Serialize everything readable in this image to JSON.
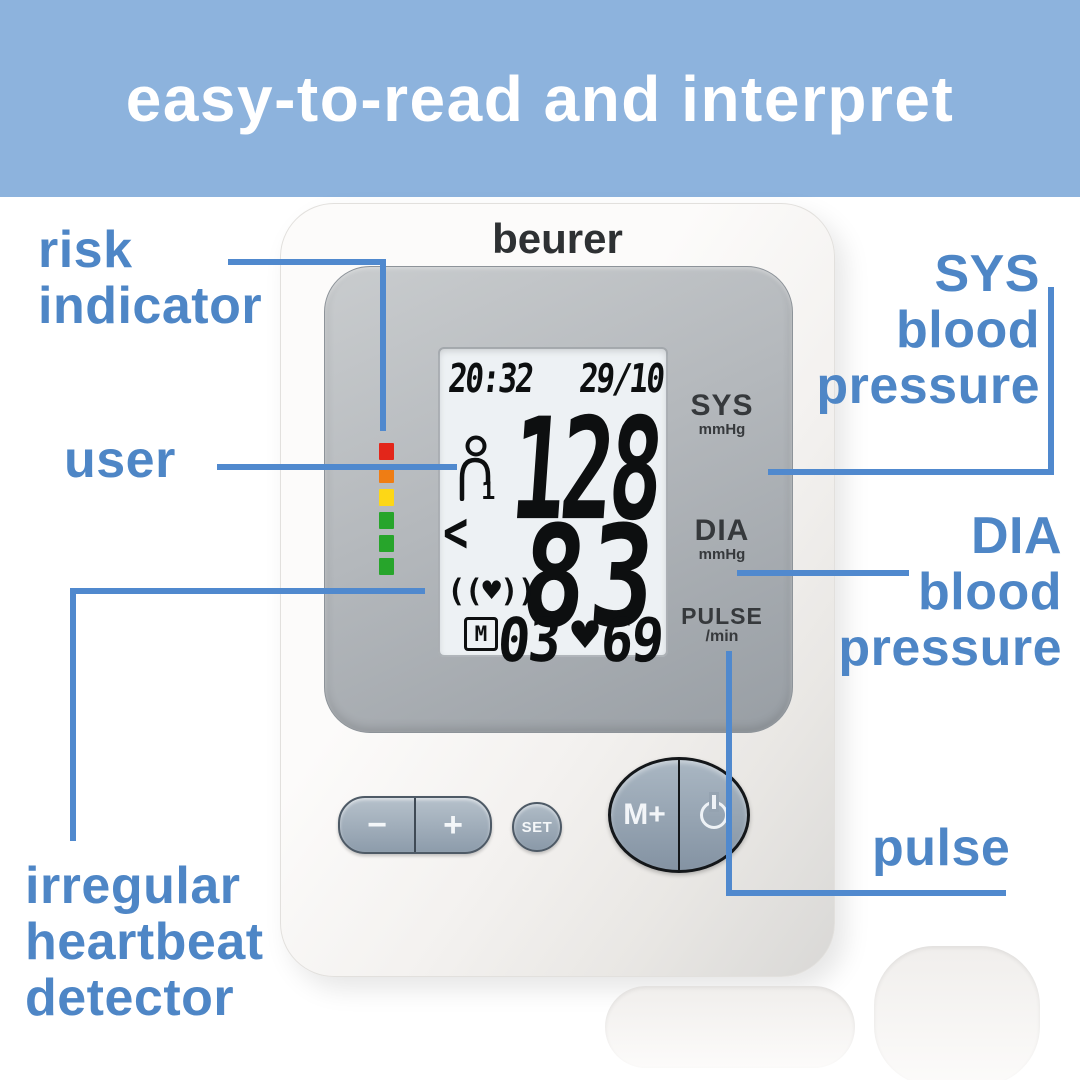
{
  "banner": {
    "title": "easy-to-read and interpret"
  },
  "callouts": {
    "risk_indicator": [
      "risk",
      "indicator"
    ],
    "user": "user",
    "irregular_heartbeat": [
      "irregular",
      "heartbeat",
      "detector"
    ],
    "sys": [
      "SYS",
      "blood",
      "pressure"
    ],
    "dia": [
      "DIA",
      "blood",
      "pressure"
    ],
    "pulse": "pulse"
  },
  "device": {
    "brand": "beurer",
    "lcd": {
      "time": "20:32",
      "date": "29/10",
      "sys_value": "128",
      "dia_value": "83",
      "memory_symbol": "M",
      "memory_count": "03",
      "heart_symbol": "♥",
      "pulse_value": "69",
      "user_number": "1",
      "memory_arrow": "<",
      "irregular_heartbeat_symbol": "((♥))"
    },
    "panel_labels": {
      "sys": {
        "title": "SYS",
        "unit": "mmHg"
      },
      "dia": {
        "title": "DIA",
        "unit": "mmHg"
      },
      "pulse": {
        "title": "PULSE",
        "unit": "/min"
      }
    },
    "buttons": {
      "minus": "−",
      "plus": "+",
      "set": "SET",
      "memory": "M+",
      "power_icon": "power-symbol"
    },
    "risk_indicator_colors": [
      "#e3261a",
      "#ef7d14",
      "#fdd716",
      "#27a52b",
      "#27a52b",
      "#27a52b"
    ]
  },
  "colors": {
    "banner_bg": "#8db3dd",
    "callout_text": "#4e86c6",
    "connector_line": "#5089ce",
    "lcd_bg": "#edf1f4",
    "bezel_gray": "#a9afb5",
    "button_gray": "#9babb9",
    "lcd_digit": "#0d0f10"
  }
}
